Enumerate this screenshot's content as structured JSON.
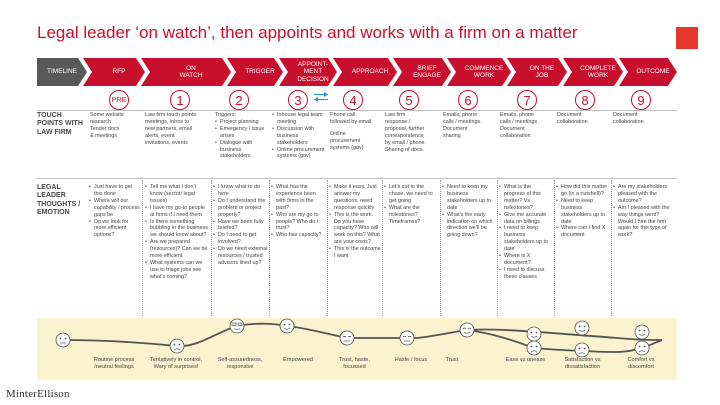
{
  "title": "Legal leader ‘on watch’, then appoints and works with a firm on a matter",
  "brand": {
    "name": "MinterEllison",
    "accent": "#c8102e",
    "square": "#e8372d",
    "band": "#fbf2cf"
  },
  "timeline": {
    "label": "TIMELINE",
    "stages": [
      "RFP",
      "ON WATCH",
      "TRIGGER",
      "APPOINT-MENT DECISION",
      "APPROACH",
      "BRIEF ENGAGE",
      "COMMENCE WORK",
      "ON THE JOB",
      "COMPLETE WORK",
      "OUTCOME"
    ],
    "numbers": [
      "PRE",
      "1",
      "2",
      "3",
      "4",
      "5",
      "6",
      "7",
      "8",
      "9"
    ]
  },
  "touch_points": {
    "label": "TOUCH POINTS WITH LAW FIRM",
    "col0": [
      "Some website",
      "research",
      "Tender docs",
      "& meetings"
    ],
    "col1": [
      "Law firm touch points:",
      "meetings, intros to",
      "new partners, email",
      "alerts, event",
      "invitations, events"
    ],
    "col2": {
      "intro": "Triggers:",
      "items": [
        "Project planning",
        "Emergency / issue arises",
        "Dialogue with business stakeholders"
      ]
    },
    "col3": {
      "items": [
        "Inhouse legal team meeting",
        "Discussion with business stakeholders",
        "Online procurement systems (gov)"
      ]
    },
    "col4": [
      "Phone call",
      "followed by email",
      "",
      "Online",
      "procurement",
      "systems (gov)"
    ],
    "col5": [
      "Law firm",
      "response /",
      "proposal, further",
      "correspondence",
      "by email / phone.",
      "Sharing of docs."
    ],
    "col6": [
      "Emails, phone",
      "calls / meetings.",
      "Document",
      "sharing"
    ],
    "col7": [
      "Emails, phone",
      "calls / meetings",
      "Document",
      "collaboration"
    ],
    "col8": [
      "Document",
      "collaboration"
    ],
    "col9": [
      "Document",
      "collaboration"
    ]
  },
  "thoughts": {
    "label": "LEGAL LEADER THOUGHTS / EMOTION",
    "col0": [
      "Just have to get this done",
      "Where will our capability / process gaps be",
      "Do we look for more efficient options?"
    ],
    "col1": [
      "Tell me what I don’t know (sector/ legal issues)",
      "I have my go-to people at firms if I need them",
      "Is there something bubbling in the business we should know about?",
      "Are we prepared (resources)? Can we be more efficient.",
      "What systems can we use to triage jobs see what’s coming?"
    ],
    "col2": [
      "I know what to do here",
      "Do I understand the problem or project properly?",
      "Have we been fully briefed?",
      "Do I need to get involved?",
      "Do we need external resources / trusted advisors lined up?"
    ],
    "col3": [
      "What has the experience been with firms in the past?",
      "Who are my go to people? Who do I trust?",
      "Who has capacity?"
    ],
    "col4": [
      "Make it easy. Just answer my questions, need response quickly",
      "This is the work. Do you have capacity? Who will work on this? What are your costs?",
      "This is the outcome I want"
    ],
    "col5": [
      "Let’s cut to the chase, we need to get going",
      "What are the milestones? Timeframes?"
    ],
    "col6": [
      "Need to keep my business stakeholders up to date",
      "What’s the early indication on which direction we’ll be going down?"
    ],
    "col7": [
      "What is the progress of this matter? Vs milestones?",
      "Give me accurate data on billings",
      "I need to keep business stakeholders up to date",
      "Where is X document?",
      "I need to discuss these clauses"
    ],
    "col8": [
      "How did this matter go (in a nutshell)?",
      "Need to keep business stakeholders up to date",
      "Where can I find X document"
    ],
    "col9": [
      "Are my stakeholders pleased with the outcome?",
      "Am I pleased with the way things went? Would I hire the firm again for this type of work?"
    ]
  },
  "emotions": {
    "labels": [
      [
        "Routine process",
        "/neutral feelings"
      ],
      [
        "Tentatively in control,",
        "Wary of surprises!"
      ],
      [
        "Self-assuredness,",
        "responsive"
      ],
      [
        "Empowered"
      ],
      [
        "Trust, haste,",
        "focussed"
      ],
      [
        "Haste / focus"
      ],
      [
        "Trust"
      ],
      [
        "Ease vs unease"
      ],
      [
        "Satisfaction  vs",
        "dissatisfaction"
      ],
      [
        "Comfort vs",
        "discomfort"
      ]
    ]
  }
}
